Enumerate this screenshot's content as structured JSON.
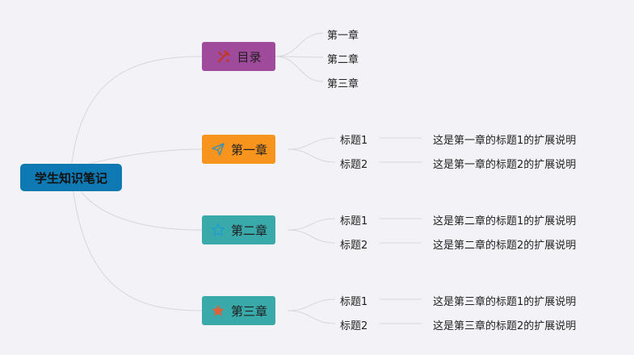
{
  "root": {
    "label": "学生知识笔记",
    "color": "#0e79b2"
  },
  "branches": [
    {
      "label": "目录",
      "color": "#a04a9c",
      "icon": "tools-icon",
      "iconColor": "#c0392b",
      "leaves": [
        "第一章",
        "第二章",
        "第三章"
      ]
    },
    {
      "label": "第一章",
      "color": "#f7941d",
      "icon": "paper-plane-icon",
      "iconColor": "#3a8fb7",
      "topics": [
        {
          "title": "标题1",
          "desc": "这是第一章的标题1的扩展说明"
        },
        {
          "title": "标题2",
          "desc": "这是第一章的标题2的扩展说明"
        }
      ]
    },
    {
      "label": "第二章",
      "color": "#3aa9a9",
      "icon": "star-outline-icon",
      "iconColor": "#1e9bd7",
      "topics": [
        {
          "title": "标题1",
          "desc": "这是第二章的标题1的扩展说明"
        },
        {
          "title": "标题2",
          "desc": "这是第二章的标题2的扩展说明"
        }
      ]
    },
    {
      "label": "第三章",
      "color": "#3aa9a9",
      "icon": "star-filled-icon",
      "iconColor": "#e0603a",
      "topics": [
        {
          "title": "标题1",
          "desc": "这是第三章的标题1的扩展说明"
        },
        {
          "title": "标题2",
          "desc": "这是第三章的标题2的扩展说明"
        }
      ]
    }
  ],
  "lineColor": "#d6d6dc"
}
